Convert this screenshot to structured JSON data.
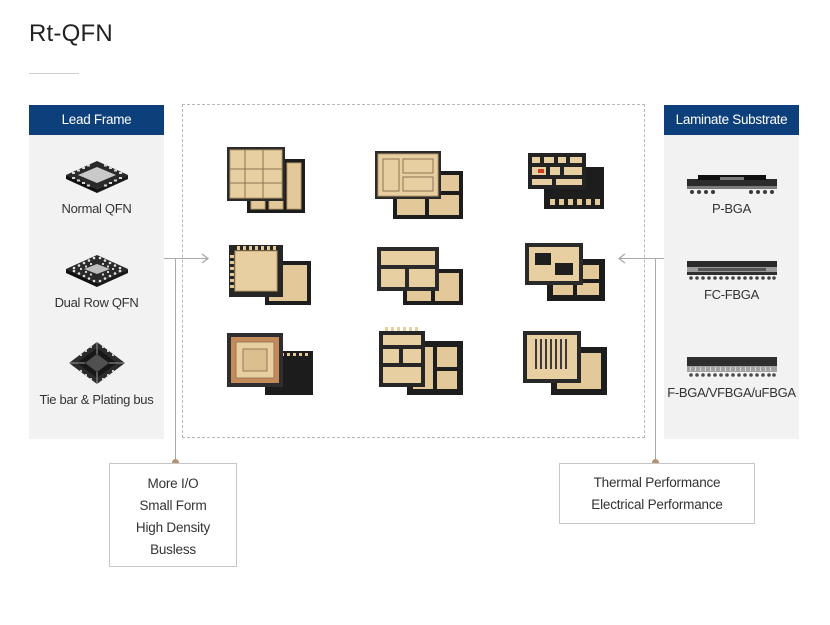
{
  "title": "Rt-QFN",
  "lead_frame": {
    "header": "Lead Frame",
    "items": [
      {
        "label": "Normal QFN",
        "icon": "normal-qfn-icon"
      },
      {
        "label": "Dual Row QFN",
        "icon": "dual-row-qfn-icon"
      },
      {
        "label": "Tie bar & Plating bus",
        "icon": "tie-bar-package-icon"
      }
    ]
  },
  "laminate_substrate": {
    "header": "Laminate Substrate",
    "items": [
      {
        "label": "P-BGA",
        "icon": "p-bga-icon"
      },
      {
        "label": "FC-FBGA",
        "icon": "fc-fbga-icon"
      },
      {
        "label": "F-BGA/VFBGA/uFBGA",
        "icon": "f-bga-icon"
      }
    ]
  },
  "benefits_left": [
    "More I/O",
    "Small Form",
    "High Density",
    "Busless"
  ],
  "benefits_right": [
    "Thermal Performance",
    "Electrical Performance"
  ],
  "colors": {
    "header_bg": "#0d3f7a",
    "panel_bg": "#f2f2f2",
    "gold": "#e3c89a",
    "chip_dark": "#1b1b1b",
    "dot": "#b59272"
  }
}
